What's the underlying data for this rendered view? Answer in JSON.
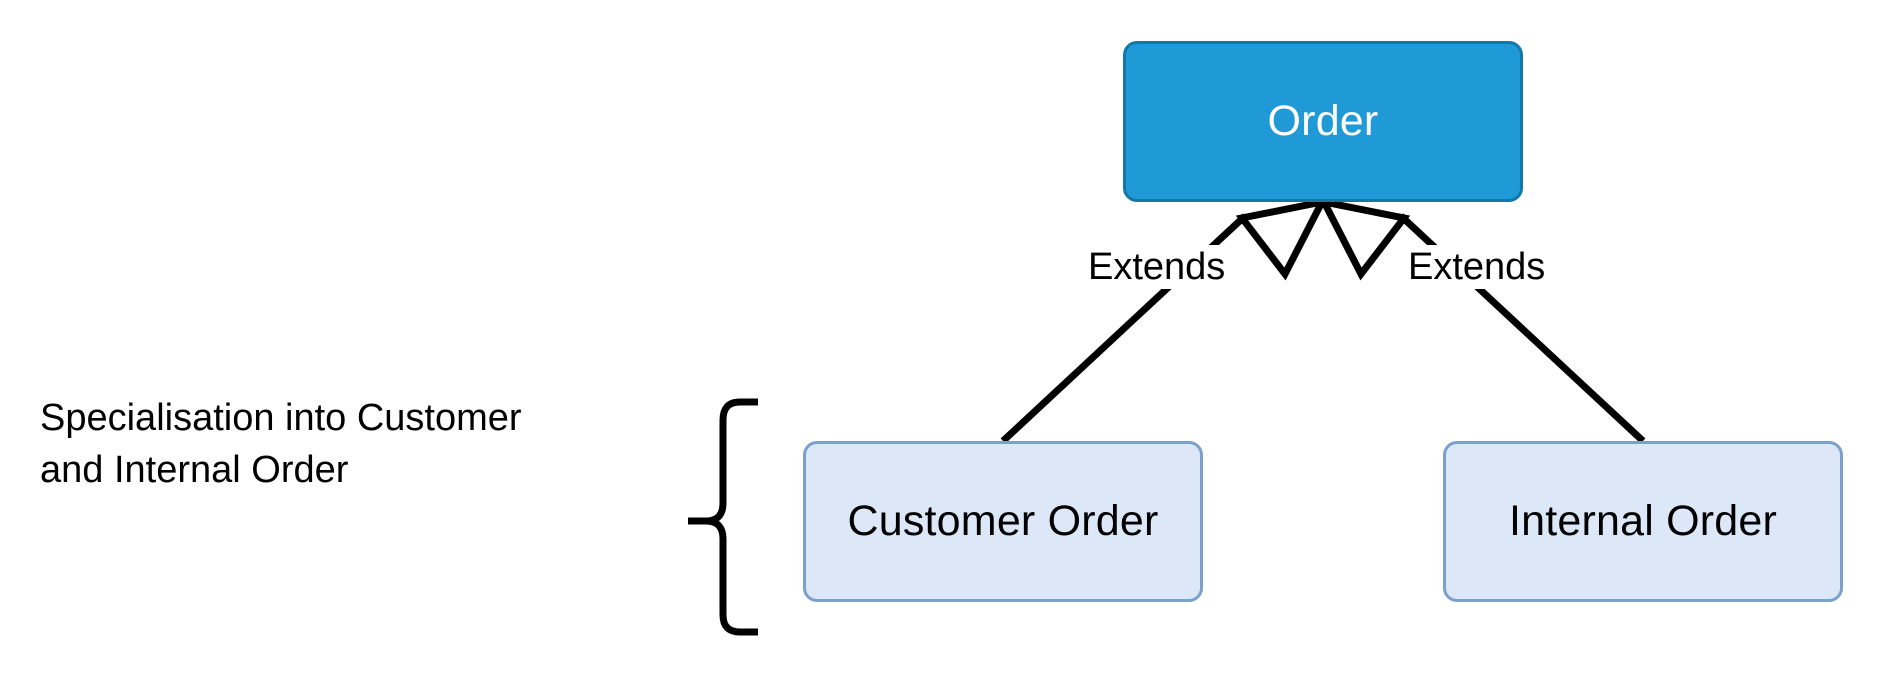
{
  "diagram": {
    "type": "uml-class-generalisation",
    "background_color": "#ffffff",
    "nodes": [
      {
        "id": "order",
        "label": "Order",
        "role": "superclass",
        "fill_color": "#1f9ad6",
        "border_color": "#1277ab",
        "text_color": "#ffffff"
      },
      {
        "id": "customer-order",
        "label": "Customer Order",
        "role": "subclass",
        "fill_color": "#dce8f8",
        "border_color": "#7b9fce",
        "text_color": "#000000"
      },
      {
        "id": "internal-order",
        "label": "Internal Order",
        "role": "subclass",
        "fill_color": "#dce8f8",
        "border_color": "#7b9fce",
        "text_color": "#000000"
      }
    ],
    "edges": [
      {
        "id": "edge-left",
        "label": "Extends",
        "from": "customer-order",
        "to": "order",
        "arrow": "hollow-triangle",
        "line_color": "#000000"
      },
      {
        "id": "edge-right",
        "label": "Extends",
        "from": "internal-order",
        "to": "order",
        "arrow": "hollow-triangle",
        "line_color": "#000000"
      }
    ],
    "annotation": {
      "brace": "curly-brace-right",
      "line1": "Specialisation into Customer",
      "line2": "and Internal Order"
    }
  }
}
